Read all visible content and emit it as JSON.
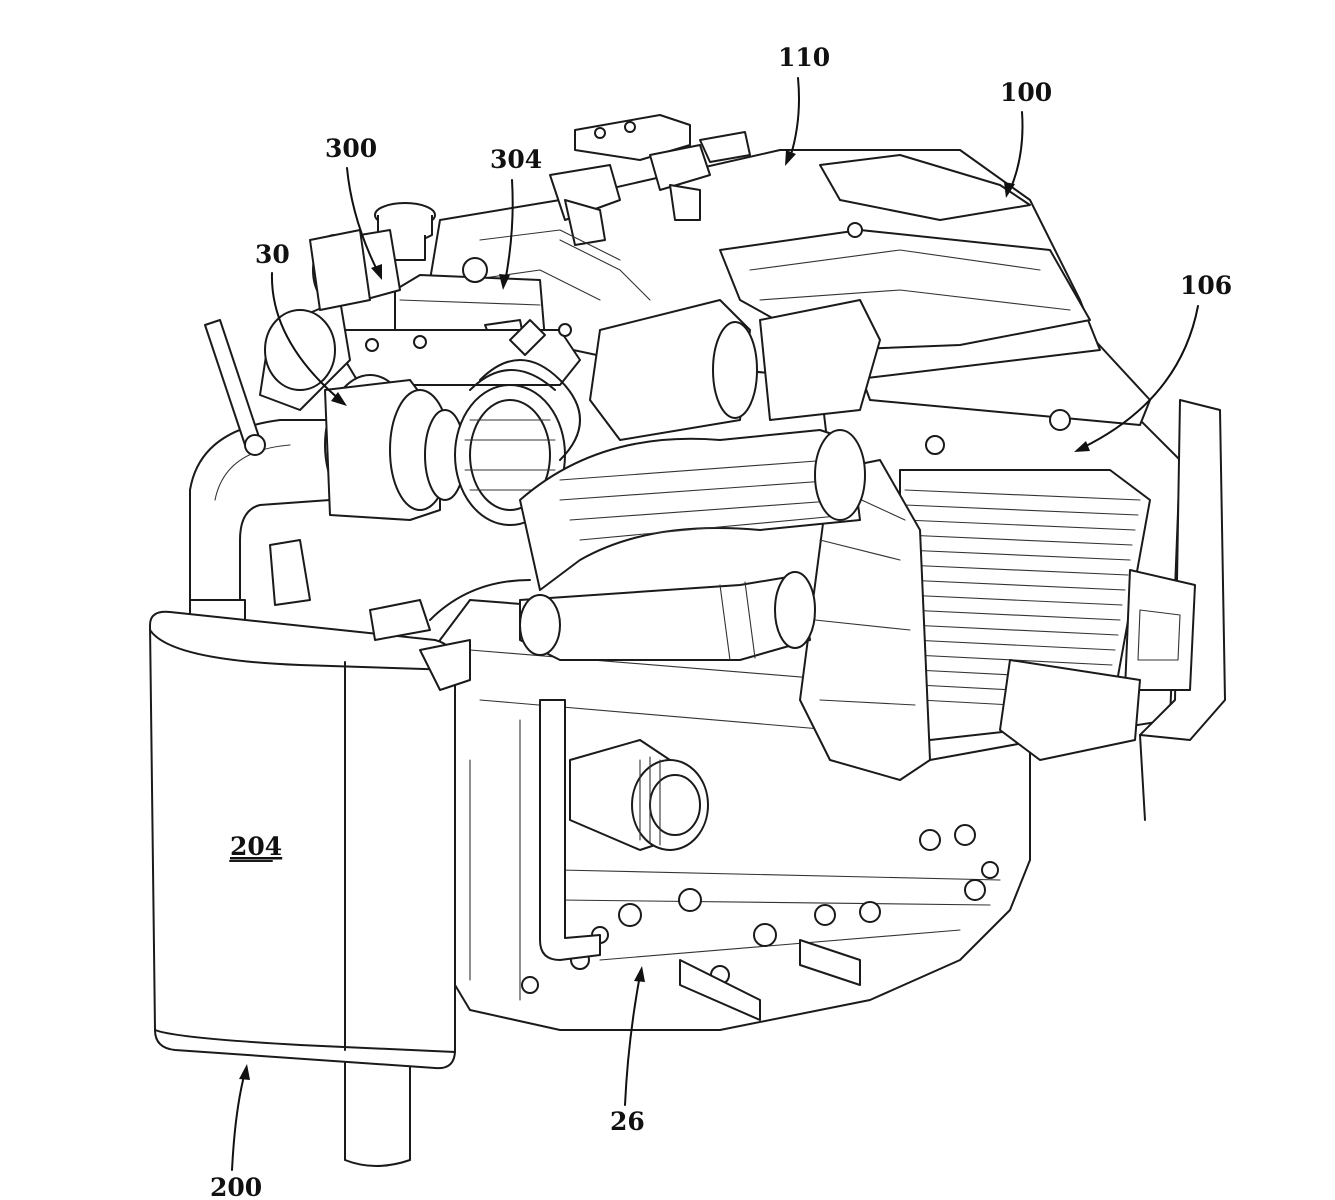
{
  "figure": {
    "labels": [
      {
        "id": "label-110",
        "text": "110"
      },
      {
        "id": "label-100",
        "text": "100"
      },
      {
        "id": "label-300",
        "text": "300"
      },
      {
        "id": "label-304",
        "text": "304"
      },
      {
        "id": "label-30",
        "text": "30"
      },
      {
        "id": "label-106",
        "text": "106"
      },
      {
        "id": "label-204",
        "text": "204"
      },
      {
        "id": "label-26",
        "text": "26"
      },
      {
        "id": "label-200",
        "text": "200"
      }
    ]
  }
}
